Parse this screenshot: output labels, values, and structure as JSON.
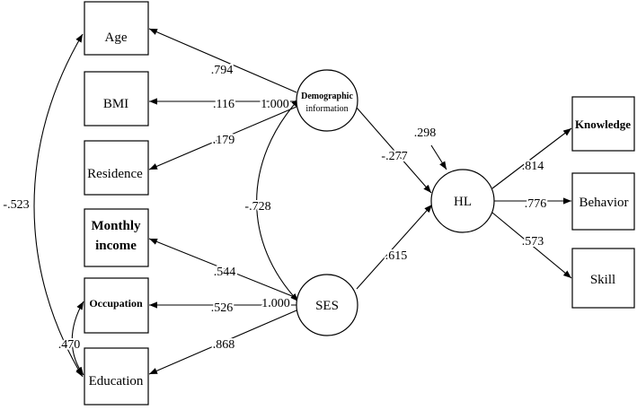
{
  "observed": {
    "age": "Age",
    "bmi": "BMI",
    "residence": "Residence",
    "monthly_income_line1": "Monthly",
    "monthly_income_line2": "income",
    "occupation": "Occupation",
    "education": "Education",
    "knowledge": "Knowledge",
    "behavior": "Behavior",
    "skill": "Skill"
  },
  "latent": {
    "demographic_line1": "Demographic",
    "demographic_line2": "information",
    "ses": "SES",
    "hl": "HL"
  },
  "coefficients": {
    "age": ".794",
    "bmi": ".116",
    "residence": ".179",
    "monthly_income": ".544",
    "occupation": ".526",
    "education": ".868",
    "demo_fixed": "1.000",
    "ses_fixed": "1.000",
    "demo_ses_cov": "-.728",
    "age_education_cov": "-.523",
    "occupation_education_cov": ".470",
    "demo_to_hl": "-.277",
    "ses_to_hl": ".615",
    "hl_error": ".298",
    "knowledge": ".814",
    "behavior": ".776",
    "skill": ".573"
  }
}
